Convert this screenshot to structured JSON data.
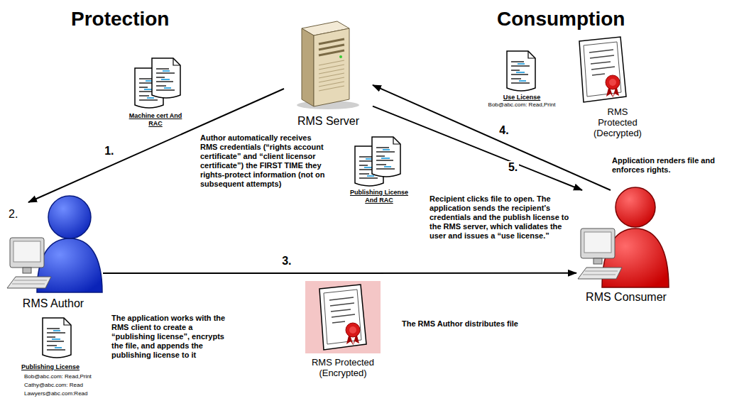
{
  "diagram": {
    "nodes": [
      {
        "text": [
          "RMS Server"
        ]
      },
      {
        "text": [
          "RMS Author"
        ]
      },
      {
        "text": [
          "RMS Consumer"
        ]
      }
    ],
    "edges": [
      {
        "from": 0,
        "to": 1,
        "arrow": "to",
        "label": "1."
      },
      {
        "from": 1,
        "to": 2,
        "arrow": "to",
        "label": "3."
      },
      {
        "from": 2,
        "to": 0,
        "arrow": "to",
        "label": "4."
      },
      {
        "from": 0,
        "to": 2,
        "arrow": "to",
        "label": "5."
      }
    ],
    "labels": [
      "Protection",
      "Consumption",
      "Machine cert And RAC",
      "Author automatically receives RMS credentials (“rights account certificate” and “client licensor certificate”) the FIRST TIME they rights-protect information (not on subsequent attempts)",
      "2.",
      "Publishing License And RAC",
      "Use License",
      "Bob@abc.com: Read,Print",
      "RMS Protected (Decrypted)",
      "Application renders file and enforces rights.",
      "Recipient clicks file to open. The application sends the recipient’s credentials and the publish license to the RMS server, which validates the user and issues a “use license.”",
      "The application works with the RMS client to create a “publishing license”, encrypts the file, and appends the publishing license to it",
      "Publishing License",
      "Bob@abc.com: Read,Print",
      "Cathy@abc.com: Read",
      "Lawyers@abc.com:Read",
      "RMS Protected (Encrypted)",
      "The RMS Author distributes file"
    ]
  }
}
